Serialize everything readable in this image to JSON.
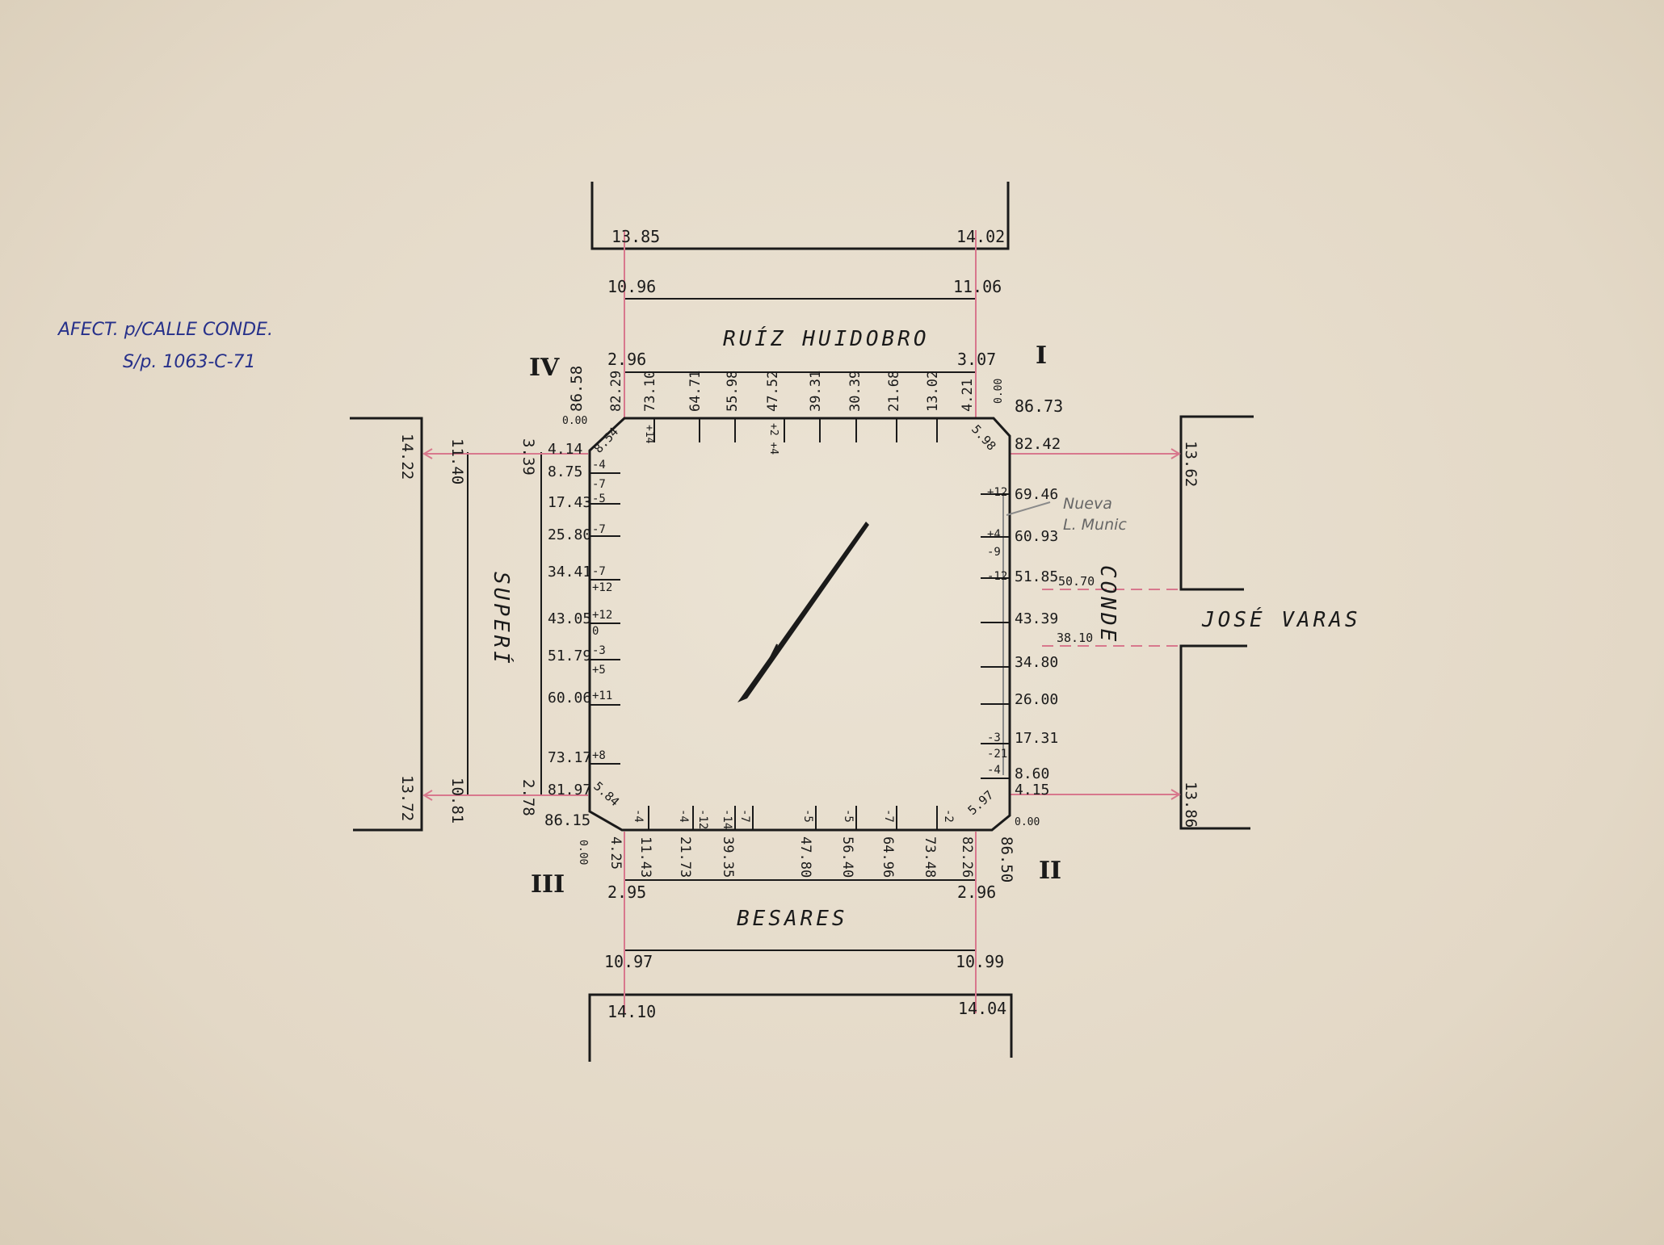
{
  "annotation": {
    "line1": "AFECT. p/CALLE CONDE.",
    "line2": "S/p. 1063-C-71"
  },
  "streets": {
    "top": "RUÍZ HUIDOBRO",
    "bottom": "BESARES",
    "left": "SUPERÍ",
    "right_vertical": "CONDE",
    "right_horizontal": "JOSÉ VARAS"
  },
  "corners": {
    "ne": "I",
    "se": "II",
    "sw": "III",
    "nw": "IV"
  },
  "right_note": {
    "line1": "Nueva",
    "line2": "L. Munic"
  },
  "widths": {
    "top_outer_left": "13.85",
    "top_outer_right": "14.02",
    "top_mid_left": "10.96",
    "top_mid_right": "11.06",
    "top_inner_left": "2.96",
    "top_inner_right": "3.07",
    "bottom_inner_left": "2.95",
    "bottom_inner_right": "2.96",
    "bottom_mid_left": "10.97",
    "bottom_mid_right": "10.99",
    "bottom_outer_left": "14.10",
    "bottom_outer_right": "14.04",
    "left_outer_top": "14.22",
    "left_outer_bottom": "13.72",
    "left_mid_top": "11.40",
    "left_mid_bottom": "10.81",
    "left_inner_top": "3.39",
    "left_inner_bottom": "2.78",
    "right_outer_top": "13.62",
    "right_outer_bottom": "13.86",
    "conde_upper": "50.70",
    "conde_lower": "38.10"
  },
  "block": {
    "corner_ne_top": "86.73",
    "corner_ne_zero": "0.00",
    "ne_side": "82.42",
    "corner_nw_top": "86.58",
    "corner_nw_zero": "0.00",
    "corner_se_zero": "0.00",
    "corner_se_bottom": "86.50",
    "corner_sw_side": "86.15",
    "corner_sw_zero": "0.00",
    "top_values": [
      "82.29",
      "73.10",
      "64.71",
      "55.98",
      "47.52",
      "39.31",
      "30.39",
      "21.68",
      "13.02",
      "4.21"
    ],
    "top_levels": [
      "+14",
      "+2 +4"
    ],
    "bottom_values": [
      "4.25",
      "11.43",
      "21.73",
      "39.35",
      "47.80",
      "56.40",
      "64.96",
      "73.48",
      "82.26"
    ],
    "bottom_levels": [
      "-4",
      "-4",
      "-12",
      "-14",
      "-7",
      "-5",
      "-5",
      "-7",
      "-2"
    ],
    "left_values": [
      "4.14",
      "8.75",
      "17.43",
      "25.80",
      "34.41",
      "43.05",
      "51.79",
      "60.06",
      "73.17",
      "81.97"
    ],
    "left_levels": [
      "-4",
      "-7",
      "-5",
      "-7",
      "-7",
      "+12",
      "+12",
      "0",
      "-3",
      "+5",
      "+11",
      "+8"
    ],
    "right_values": [
      "69.46",
      "60.93",
      "51.85",
      "43.39",
      "34.80",
      "26.00",
      "17.31",
      "8.60",
      "4.15"
    ],
    "right_levels": [
      "+12",
      "+4",
      "-9",
      "-12",
      "-3",
      "-21",
      "-4"
    ],
    "chamfers": {
      "nw": "8.54",
      "ne": "5.98",
      "sw": "5.84",
      "se": "5.97"
    }
  }
}
